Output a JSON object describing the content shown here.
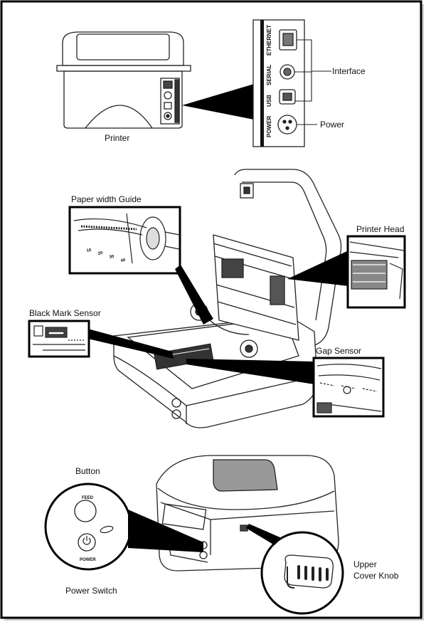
{
  "labels": {
    "printer": "Printer",
    "interface": "Interface",
    "power": "Power",
    "paper_width_guide": "Paper width Guide",
    "printer_head": "Printer Head",
    "black_mark_sensor": "Black Mark Sensor",
    "gap_sensor": "Gap Sensor",
    "button": "Button",
    "power_switch": "Power Switch",
    "upper_cover_knob_line1": "Upper",
    "upper_cover_knob_line2": "Cover Knob"
  },
  "port_labels": {
    "ethernet": "ETHERNET",
    "serial": "SERIAL",
    "usb": "USB",
    "power": "POWER"
  },
  "guide_scale": [
    "10",
    "20",
    "30",
    "40"
  ],
  "button_labels": {
    "feed": "FEED",
    "power": "POWER"
  }
}
